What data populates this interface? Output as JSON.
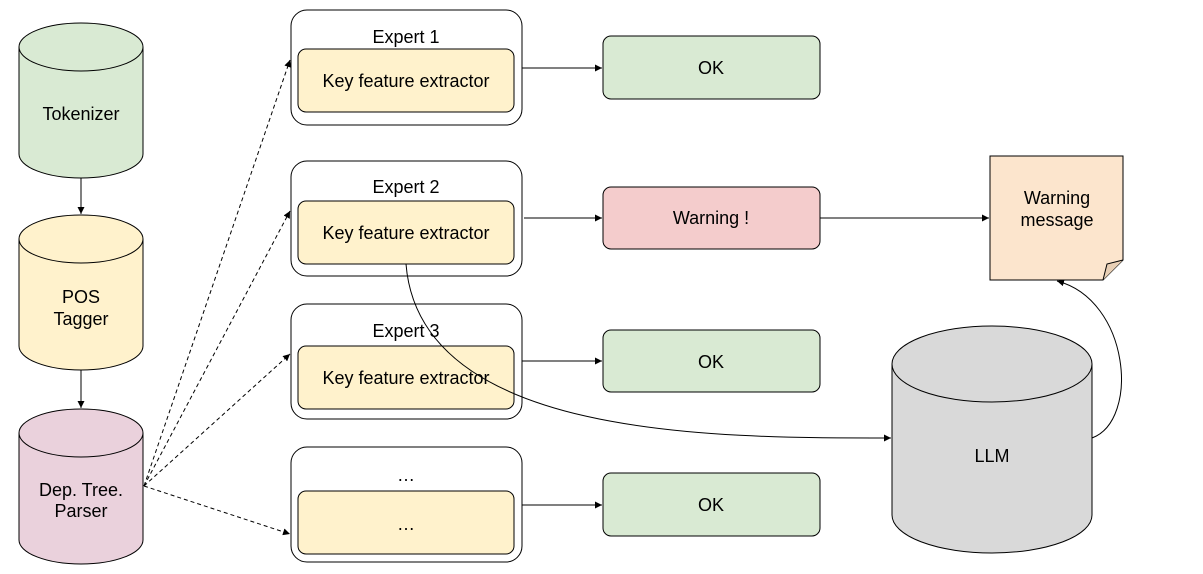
{
  "pipeline": {
    "tokenizer": "Tokenizer",
    "pos_tagger": [
      "POS",
      "Tagger"
    ],
    "dep_parser": [
      "Dep. Tree.",
      "Parser"
    ]
  },
  "experts": [
    {
      "title": "Expert 1",
      "inner": "Key feature extractor",
      "result": "OK"
    },
    {
      "title": "Expert 2",
      "inner": "Key feature extractor",
      "result": "Warning !"
    },
    {
      "title": "Expert 3",
      "inner": "Key feature extractor",
      "result": "OK"
    },
    {
      "title": "…",
      "inner": "…",
      "result": "OK"
    }
  ],
  "llm": "LLM",
  "warning_message": [
    "Warning",
    "message"
  ],
  "colors": {
    "green_fill": "#d9ead3",
    "yellow_fill": "#fff2cc",
    "pink_fill": "#ead1dc",
    "red_fill": "#f4cccc",
    "gray_fill": "#d9d9d9",
    "note_fill": "#fce5cd",
    "stroke": "#000000"
  }
}
